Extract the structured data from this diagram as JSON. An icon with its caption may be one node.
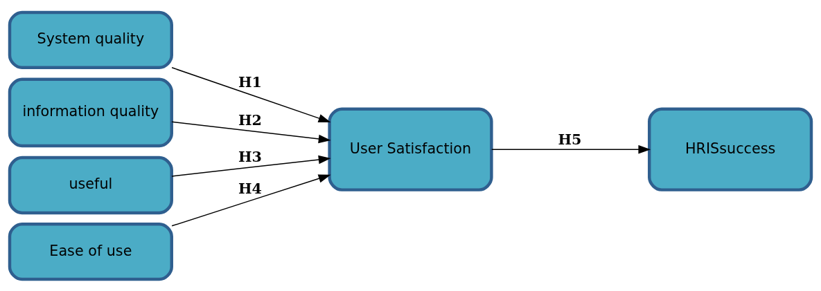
{
  "diagram": {
    "nodes": [
      {
        "text": [
          "System quality"
        ]
      },
      {
        "text": [
          "information quality"
        ]
      },
      {
        "text": [
          "useful"
        ]
      },
      {
        "text": [
          "Ease of use"
        ]
      },
      {
        "text": [
          "User Satisfaction"
        ]
      },
      {
        "text": [
          "HRISsuccess"
        ]
      }
    ],
    "edges": [
      {
        "from": 0,
        "to": 4,
        "arrow": "to",
        "label": "H1"
      },
      {
        "from": 1,
        "to": 4,
        "arrow": "to",
        "label": "H2"
      },
      {
        "from": 2,
        "to": 4,
        "arrow": "to",
        "label": "H3"
      },
      {
        "from": 3,
        "to": 4,
        "arrow": "to",
        "label": "H4"
      },
      {
        "from": 4,
        "to": 5,
        "arrow": "to",
        "label": "H5"
      }
    ]
  }
}
